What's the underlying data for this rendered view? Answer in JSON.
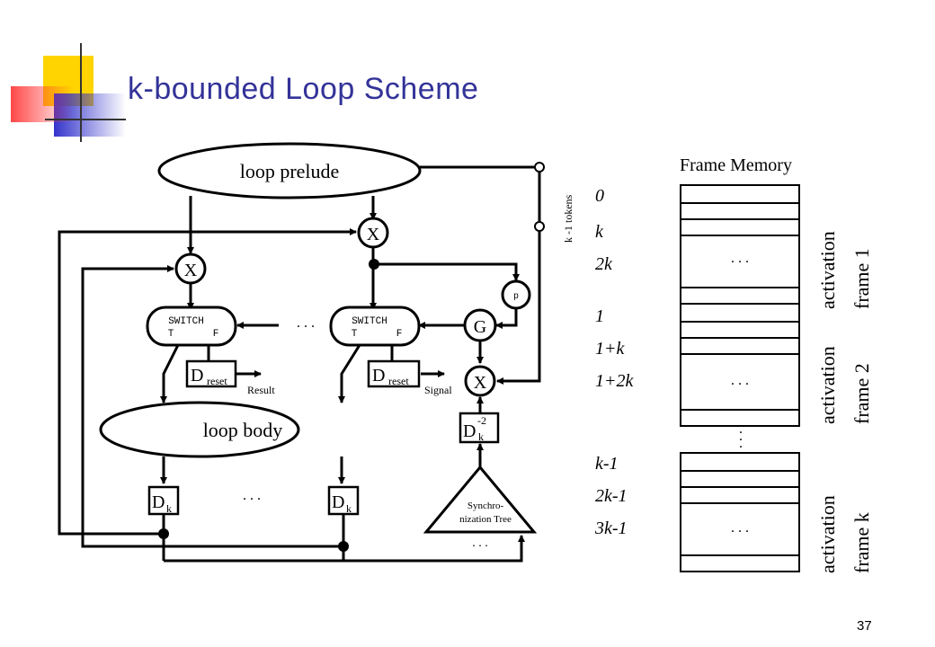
{
  "slide": {
    "title": "k-bounded Loop Scheme",
    "page_number": "37"
  },
  "diagram": {
    "loop_prelude": "loop prelude",
    "loop_body": "loop body",
    "x_label": "X",
    "g_label": "G",
    "p_label": "p",
    "switch_label": "SWITCH",
    "switch_t": "T",
    "switch_f": "F",
    "d_main": "D",
    "d_reset_sub": "reset",
    "dk_sub": "k",
    "dk_sup": "-2",
    "result_label": "Result",
    "signal_label": "Signal",
    "ellipsis": ". . .",
    "sync_tree_line1": "Synchro-",
    "sync_tree_line2": "nization Tree",
    "tokens_label": "k -1 tokens"
  },
  "offsets": {
    "frame1": [
      "0",
      "k",
      "2k"
    ],
    "frame2": [
      "1",
      "1+k",
      "1+2k"
    ],
    "framek": [
      "k-1",
      "2k-1",
      "3k-1"
    ]
  },
  "frame_memory": {
    "title": "Frame Memory",
    "frames": [
      {
        "line1": "activation",
        "line2": "frame 1"
      },
      {
        "line1": "activation",
        "line2": "frame 2"
      },
      {
        "line1": "activation",
        "line2": "frame k"
      }
    ],
    "ellipsis": ". . .",
    "vertical_dots": "."
  },
  "colors": {
    "title": "#333399",
    "logo_yellow": "#FFD400",
    "logo_blue": "#3333CC",
    "logo_red": "#FF3333"
  }
}
